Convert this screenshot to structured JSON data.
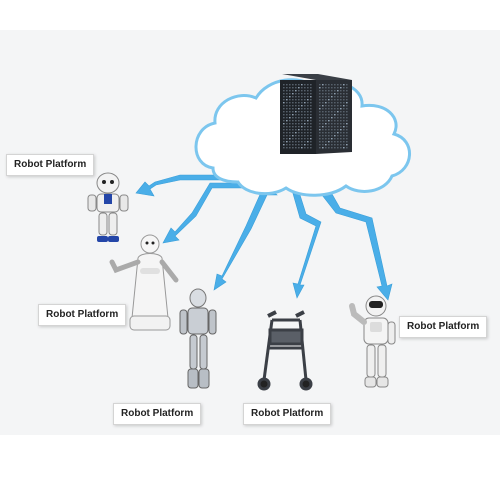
{
  "colors": {
    "arrow": "#4aaee8",
    "cloud_outline": "#7cc6ee",
    "server": "#1f2328"
  },
  "icons": {
    "server": "server-rack-icon",
    "cloud": "cloud-icon"
  },
  "labels": [
    {
      "text": "Robot Platform"
    },
    {
      "text": "Robot Platform"
    },
    {
      "text": "Robot Platform"
    },
    {
      "text": "Robot Platform"
    },
    {
      "text": "Robot Platform"
    }
  ]
}
